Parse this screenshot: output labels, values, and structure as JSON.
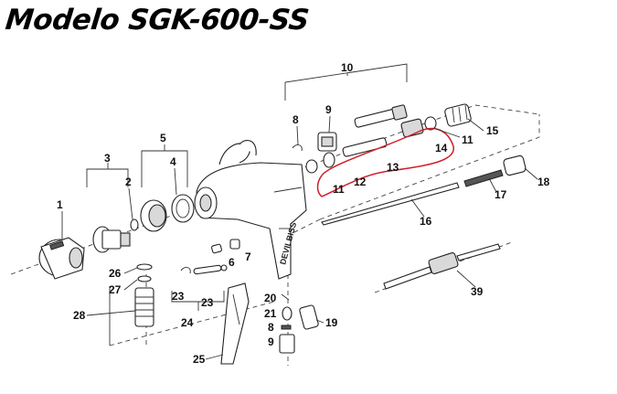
{
  "title": "Modelo SGK-600-SS",
  "highlight_color": "#d11f2a",
  "labels": {
    "p1": "1",
    "p2": "2",
    "p3": "3",
    "p4": "4",
    "p5": "5",
    "p6": "6",
    "p7": "7",
    "p8a": "8",
    "p8b": "8",
    "p9a": "9",
    "p9b": "9",
    "p10": "10",
    "p11a": "11",
    "p11b": "11",
    "p12": "12",
    "p13": "13",
    "p14": "14",
    "p15": "15",
    "p16": "16",
    "p17": "17",
    "p18": "18",
    "p19": "19",
    "p20": "20",
    "p21": "21",
    "p23a": "23",
    "p23b": "23",
    "p24": "24",
    "p25": "25",
    "p26": "26",
    "p27": "27",
    "p28": "28",
    "p39": "39"
  },
  "gun_brand": "DEVILBISS"
}
